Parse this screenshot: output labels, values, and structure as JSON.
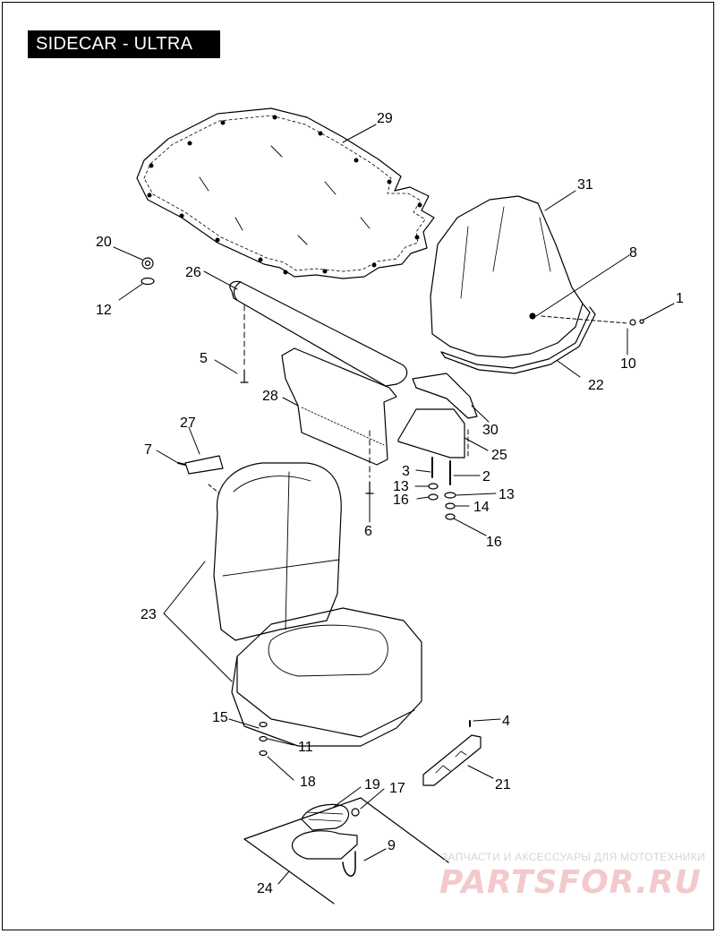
{
  "title": "SIDECAR - ULTRA",
  "callouts": [
    "29",
    "31",
    "20",
    "12",
    "26",
    "8",
    "1",
    "10",
    "22",
    "5",
    "28",
    "30",
    "27",
    "7",
    "25",
    "3",
    "2",
    "13",
    "13",
    "16",
    "14",
    "6",
    "16",
    "23",
    "4",
    "15",
    "11",
    "18",
    "21",
    "19",
    "17",
    "9",
    "24"
  ],
  "watermark": {
    "caption": "ЗАПЧАСТИ И АКСЕССУАРЫ ДЛЯ МОТОТЕХНИКИ",
    "logo": "PARTSFOR.RU"
  },
  "colors": {
    "ink": "#000000",
    "badge_bg": "#000000",
    "badge_text": "#ffffff",
    "watermark_logo": "#f3c9cc",
    "watermark_caption": "#d6d6d6"
  }
}
